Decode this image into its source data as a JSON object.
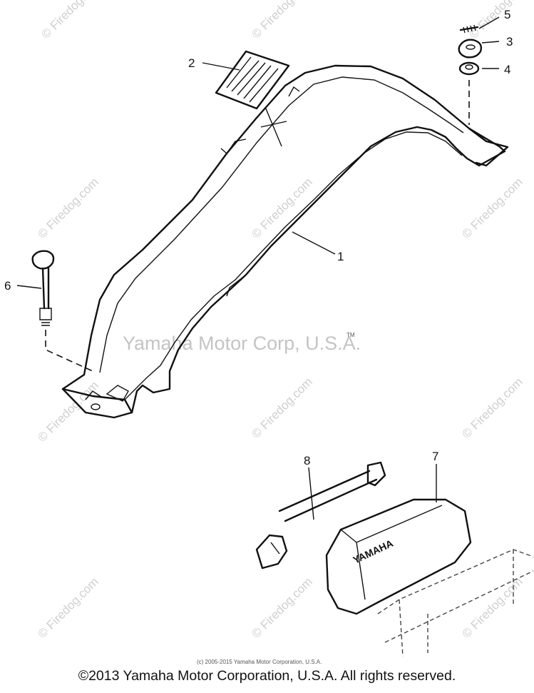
{
  "watermark": {
    "site": "© Firedog.com",
    "center": "Yamaha Motor Corp, U.S.A.",
    "tm": "TM"
  },
  "parts": [
    {
      "number": "1"
    },
    {
      "number": "2"
    },
    {
      "number": "3"
    },
    {
      "number": "4"
    },
    {
      "number": "5"
    },
    {
      "number": "6"
    },
    {
      "number": "7"
    },
    {
      "number": "8"
    }
  ],
  "tank_lettering": "YAMAHA",
  "small_copyright": "(c) 2005-2015 Yamaha Motor Corporation, U.S.A.",
  "footer": "©2013 Yamaha Motor Corporation, U.S.A. All rights reserved."
}
